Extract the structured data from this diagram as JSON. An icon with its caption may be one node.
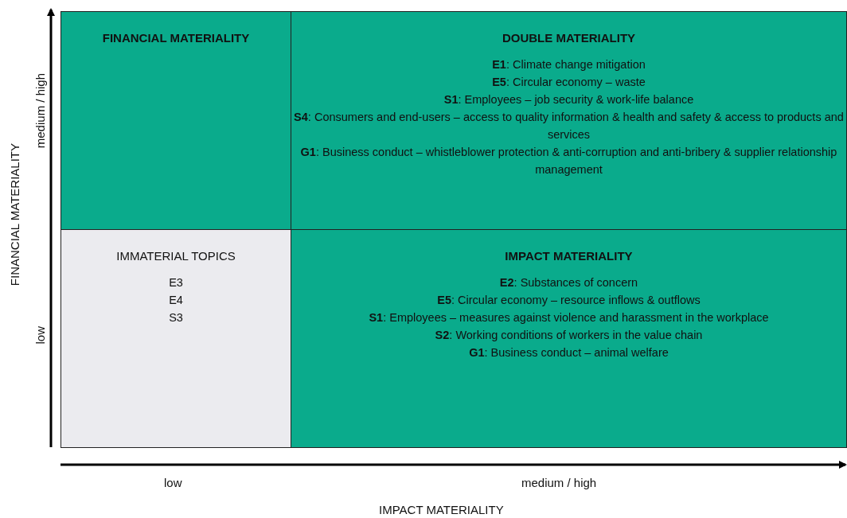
{
  "diagram": {
    "nodes": [
      {
        "text": [
          "FINANCIAL MATERIALITY"
        ]
      },
      {
        "text": [
          "DOUBLE MATERIALITY",
          "**E1**: Climate change mitigation",
          "**E5**: Circular economy – waste",
          "**S1**: Employees – job security & work-life balance",
          "**S4**: Consumers and end-users – access to quality information & health and safety & access to products and services",
          "**G1**: Business conduct – whistleblower protection & anti-corruption and anti-bribery & supplier relationship management"
        ]
      },
      {
        "text": [
          "IMMATERIAL TOPICS",
          "E3",
          "E4",
          "S3"
        ]
      },
      {
        "text": [
          "IMPACT MATERIALITY",
          "**E2**: Substances of concern",
          "**E5**: Circular economy – resource inflows & outflows",
          "**S1**: Employees – measures against violence and harassment in the workplace",
          "**S2**: Working conditions of workers in the value chain",
          "**G1**: Business conduct – animal welfare"
        ]
      }
    ],
    "labels": [
      "medium / high",
      "low",
      "FINANCIAL MATERIALITY",
      "low",
      "medium / high",
      "IMPACT MATERIALITY"
    ]
  }
}
